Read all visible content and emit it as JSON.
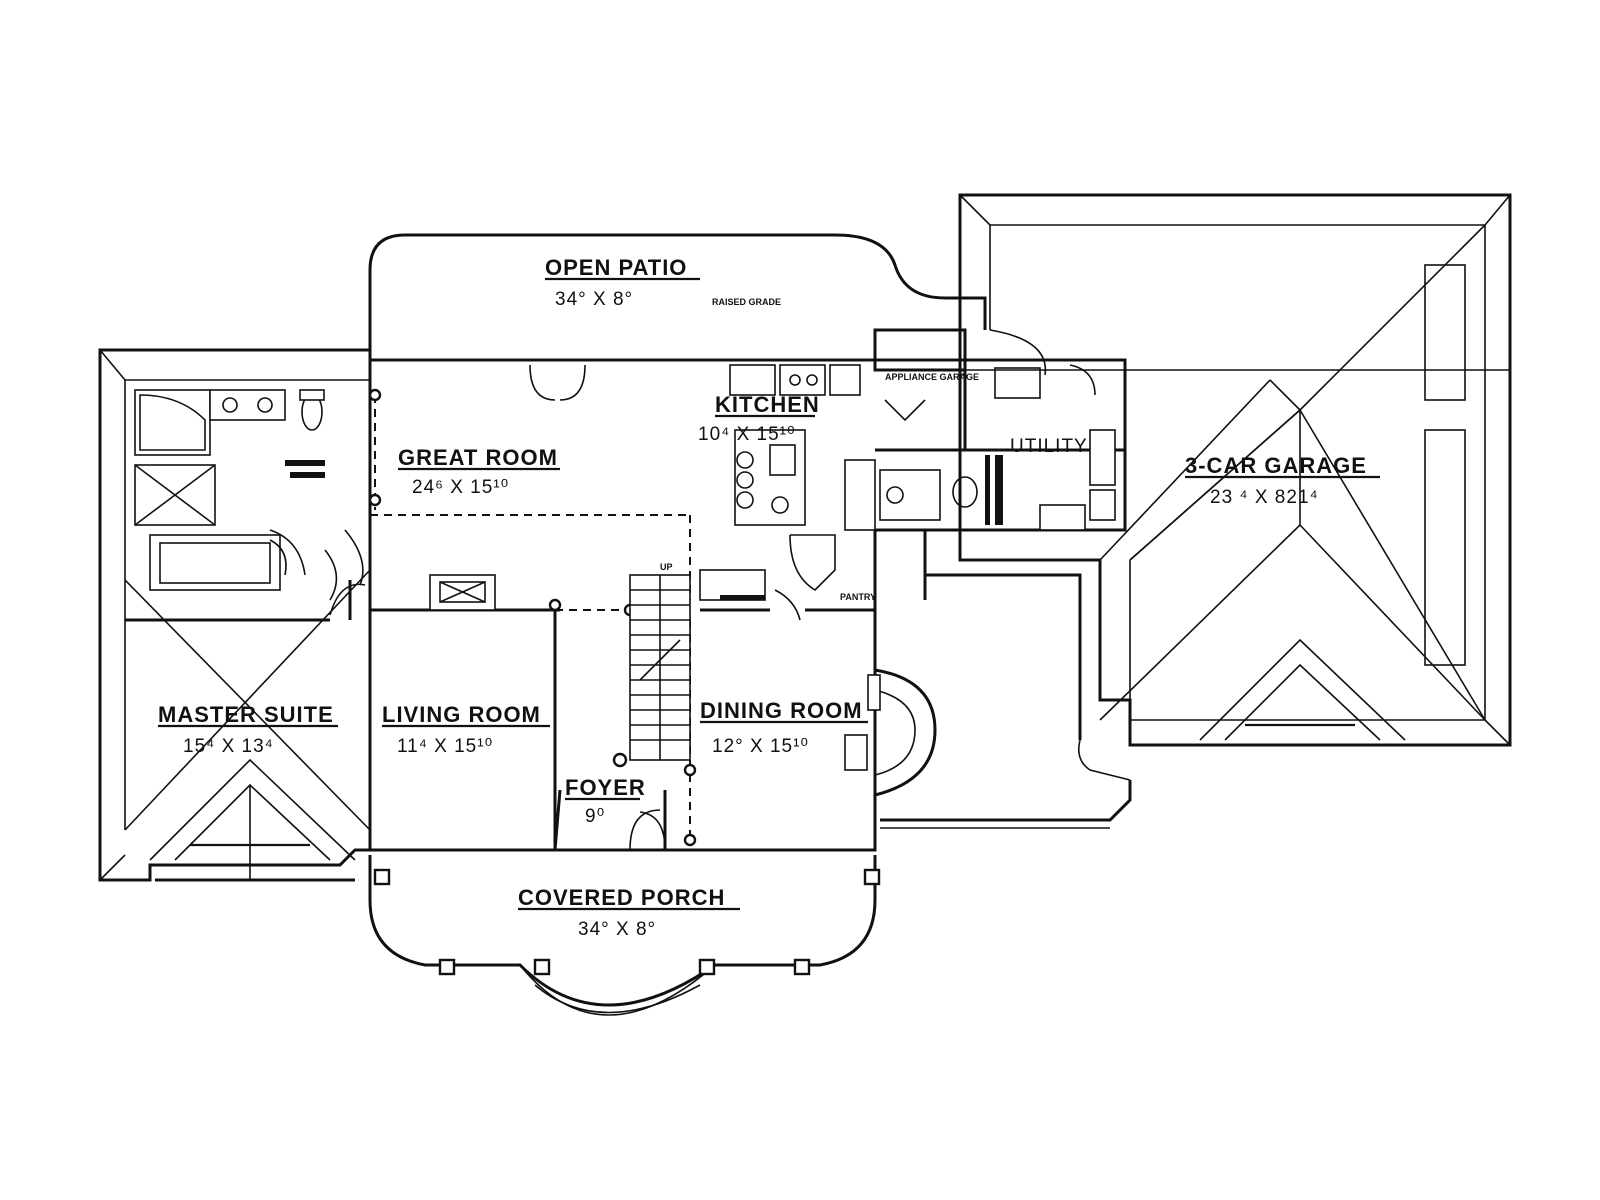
{
  "rooms": {
    "open_patio": {
      "name": "OPEN PATIO",
      "dims": "34° X 8°",
      "note": "RAISED GRADE"
    },
    "great_room": {
      "name": "GREAT ROOM",
      "dims": "24⁶ X 15¹⁰"
    },
    "kitchen": {
      "name": "KITCHEN",
      "dims": "10⁴ X 15¹⁰"
    },
    "garage": {
      "name": "3-CAR GARAGE",
      "dims": "23 ⁴ X 821⁴"
    },
    "master_suite": {
      "name": "MASTER SUITE",
      "dims": "15⁴ X 13⁴"
    },
    "living_room": {
      "name": "LIVING ROOM",
      "dims": "11⁴ X 15¹⁰"
    },
    "dining_room": {
      "name": "DINING ROOM",
      "dims": "12° X 15¹⁰"
    },
    "foyer": {
      "name": "FOYER",
      "dims": "9⁰"
    },
    "covered_porch": {
      "name": "COVERED PORCH",
      "dims": "34° X 8°"
    },
    "utility": {
      "name": "UTILITY"
    },
    "appliance_garage": {
      "name": "APPLIANCE GARAGE"
    },
    "pantry": {
      "name": "PANTRY"
    },
    "up": {
      "name": "UP"
    }
  }
}
